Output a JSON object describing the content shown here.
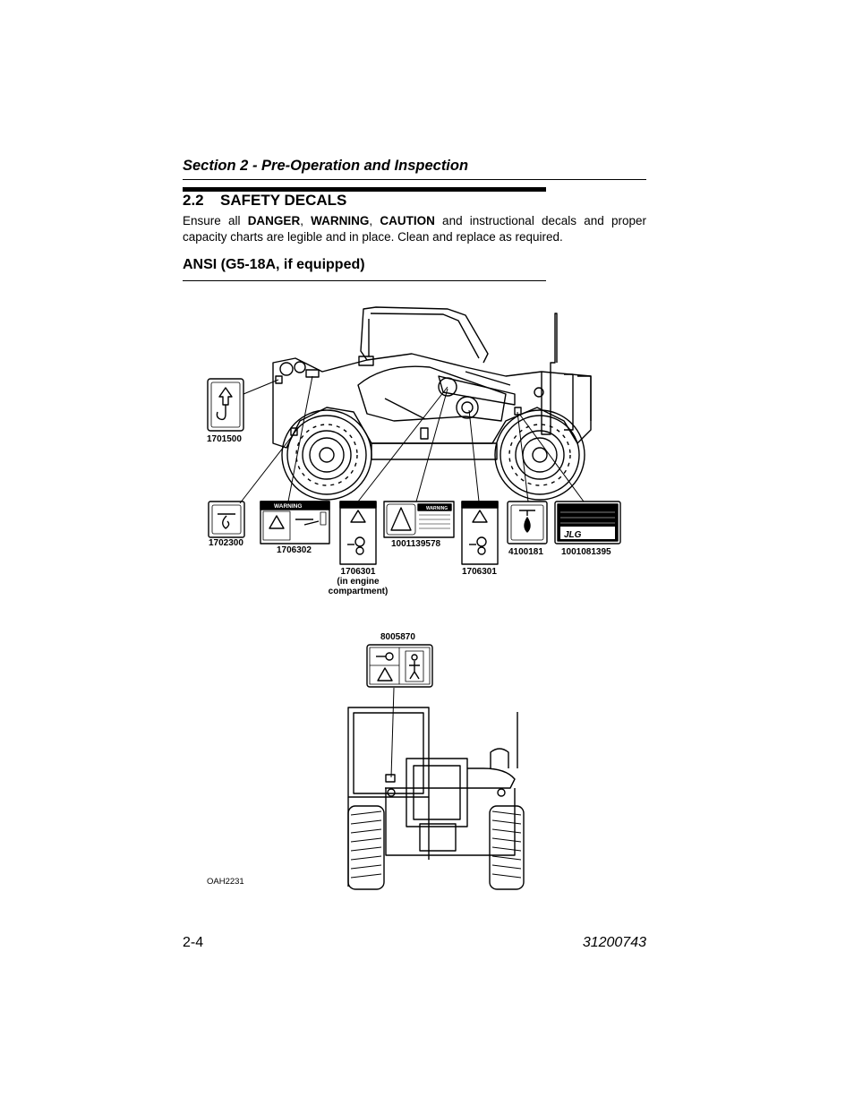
{
  "header": {
    "section_title": "Section 2 - Pre-Operation and Inspection"
  },
  "heading": {
    "number": "2.2",
    "title": "SAFETY DECALS"
  },
  "intro": {
    "t1": "Ensure all ",
    "danger": "DANGER",
    "sep1": ", ",
    "warning": "WARNING",
    "sep2": ", ",
    "caution": "CAUTION",
    "t2": " and instructional decals and proper capacity charts are legible and in place. Clean and replace as required."
  },
  "subheading": "ANSI (G5-18A, if equipped)",
  "decals": {
    "d1701500": "1701500",
    "d1702300": "1702300",
    "d1706302": "1706302",
    "d1706301_engine_line1": "1706301",
    "d1706301_engine_line2": "(in engine",
    "d1706301_engine_line3": "compartment)",
    "d1001139578": "1001139578",
    "d1706301": "1706301",
    "d4100181": "4100181",
    "d1001081395": "1001081395",
    "d8005870": "8005870"
  },
  "decal_text": {
    "warning": "WARNING",
    "brand": "JLG"
  },
  "figure_code": "OAH2231",
  "footer": {
    "page": "2-4",
    "doc": "31200743"
  }
}
